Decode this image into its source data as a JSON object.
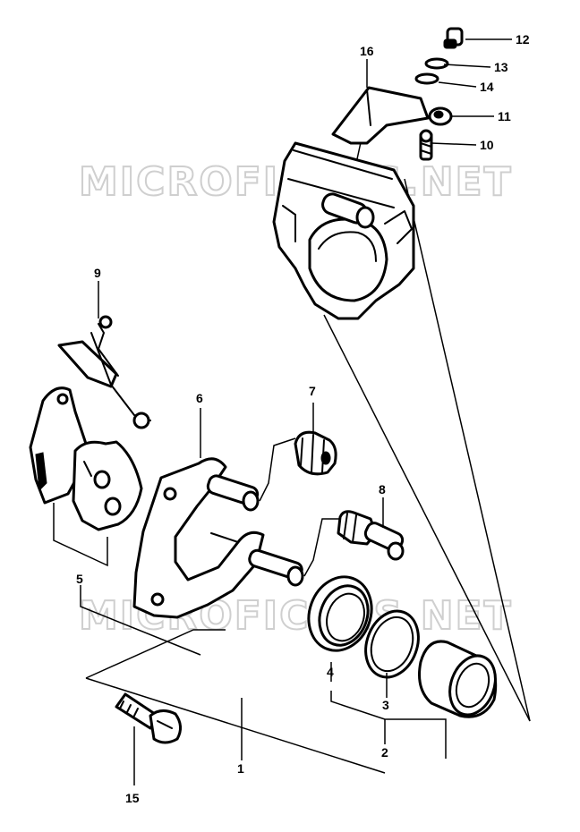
{
  "watermark": "MICROFICHES.NET",
  "parts": [
    {
      "id": "p1",
      "label": "1"
    },
    {
      "id": "p2",
      "label": "2"
    },
    {
      "id": "p3",
      "label": "3"
    },
    {
      "id": "p4",
      "label": "4"
    },
    {
      "id": "p5",
      "label": "5"
    },
    {
      "id": "p6",
      "label": "6"
    },
    {
      "id": "p7",
      "label": "7"
    },
    {
      "id": "p8",
      "label": "8"
    },
    {
      "id": "p9",
      "label": "9"
    },
    {
      "id": "p10",
      "label": "10"
    },
    {
      "id": "p11",
      "label": "11"
    },
    {
      "id": "p12",
      "label": "12"
    },
    {
      "id": "p13",
      "label": "13"
    },
    {
      "id": "p14",
      "label": "14"
    },
    {
      "id": "p15",
      "label": "15"
    },
    {
      "id": "p16",
      "label": "16"
    }
  ]
}
